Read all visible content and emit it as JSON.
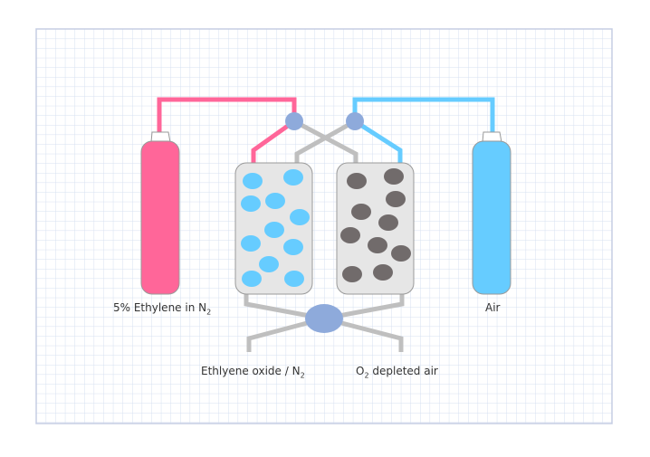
{
  "labels": {
    "ethylene_source": {
      "text": "5% Ethylene in N",
      "sub": "2"
    },
    "air_source": {
      "text": "Air"
    },
    "outlet_left": {
      "text": "Ethlyene oxide / N",
      "sub": "2"
    },
    "outlet_right": {
      "pre": "O",
      "sub": "2",
      "text": " depleted air"
    }
  },
  "colors": {
    "pink": "#ff6699",
    "blue": "#66ccff",
    "valve": "#8eaadb",
    "pipe": "#bfbfbf",
    "vessel": "#e6e6e6",
    "dark_pellet": "#716b6b",
    "grid": "#d6e0f0",
    "border": "#c5cde3"
  }
}
